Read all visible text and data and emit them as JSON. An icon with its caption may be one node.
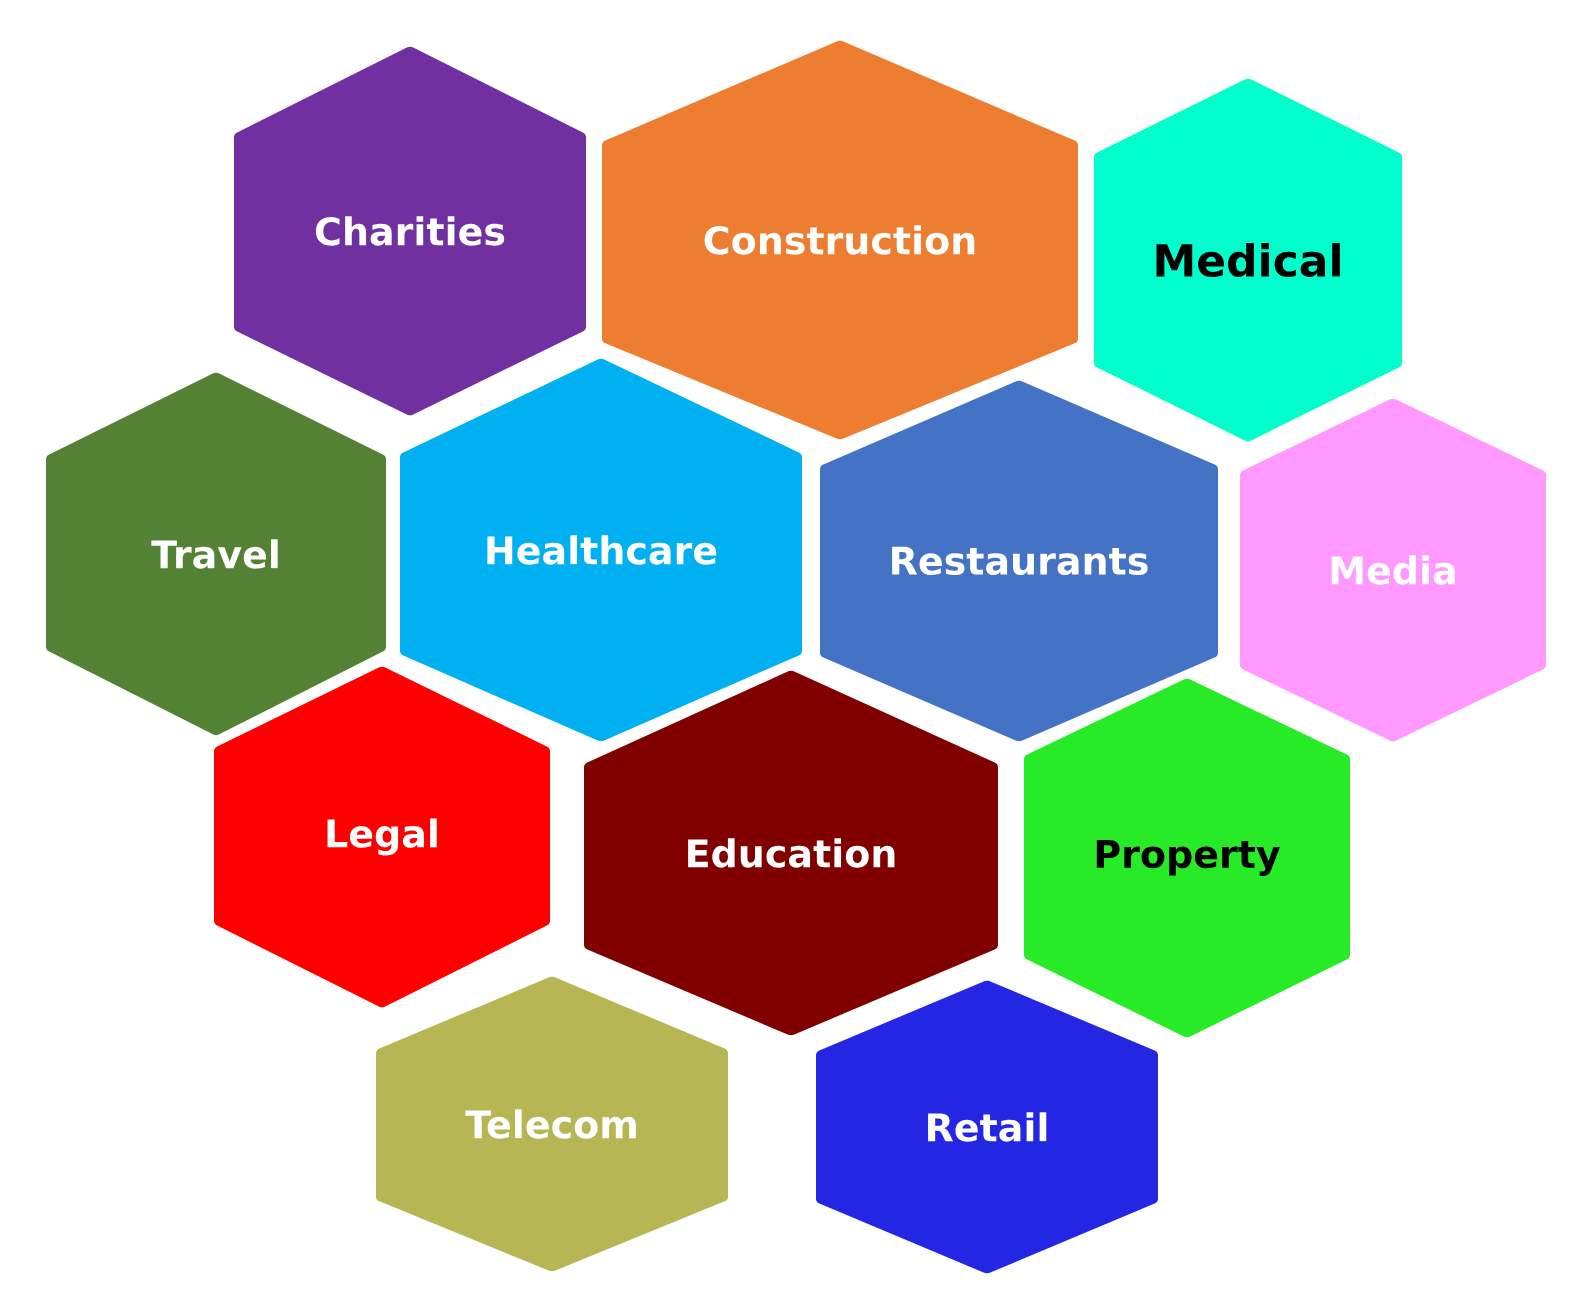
{
  "diagram": {
    "nodes": [
      {
        "text": [
          "Charities"
        ]
      },
      {
        "text": [
          "Construction"
        ]
      },
      {
        "text": [
          "Medical"
        ]
      },
      {
        "text": [
          "Travel"
        ]
      },
      {
        "text": [
          "Healthcare"
        ]
      },
      {
        "text": [
          "Restaurants"
        ]
      },
      {
        "text": [
          "Media"
        ]
      },
      {
        "text": [
          "Legal"
        ]
      },
      {
        "text": [
          "Education"
        ]
      },
      {
        "text": [
          "Property"
        ]
      },
      {
        "text": [
          "Telecom"
        ]
      },
      {
        "text": [
          "Retail"
        ]
      }
    ]
  }
}
